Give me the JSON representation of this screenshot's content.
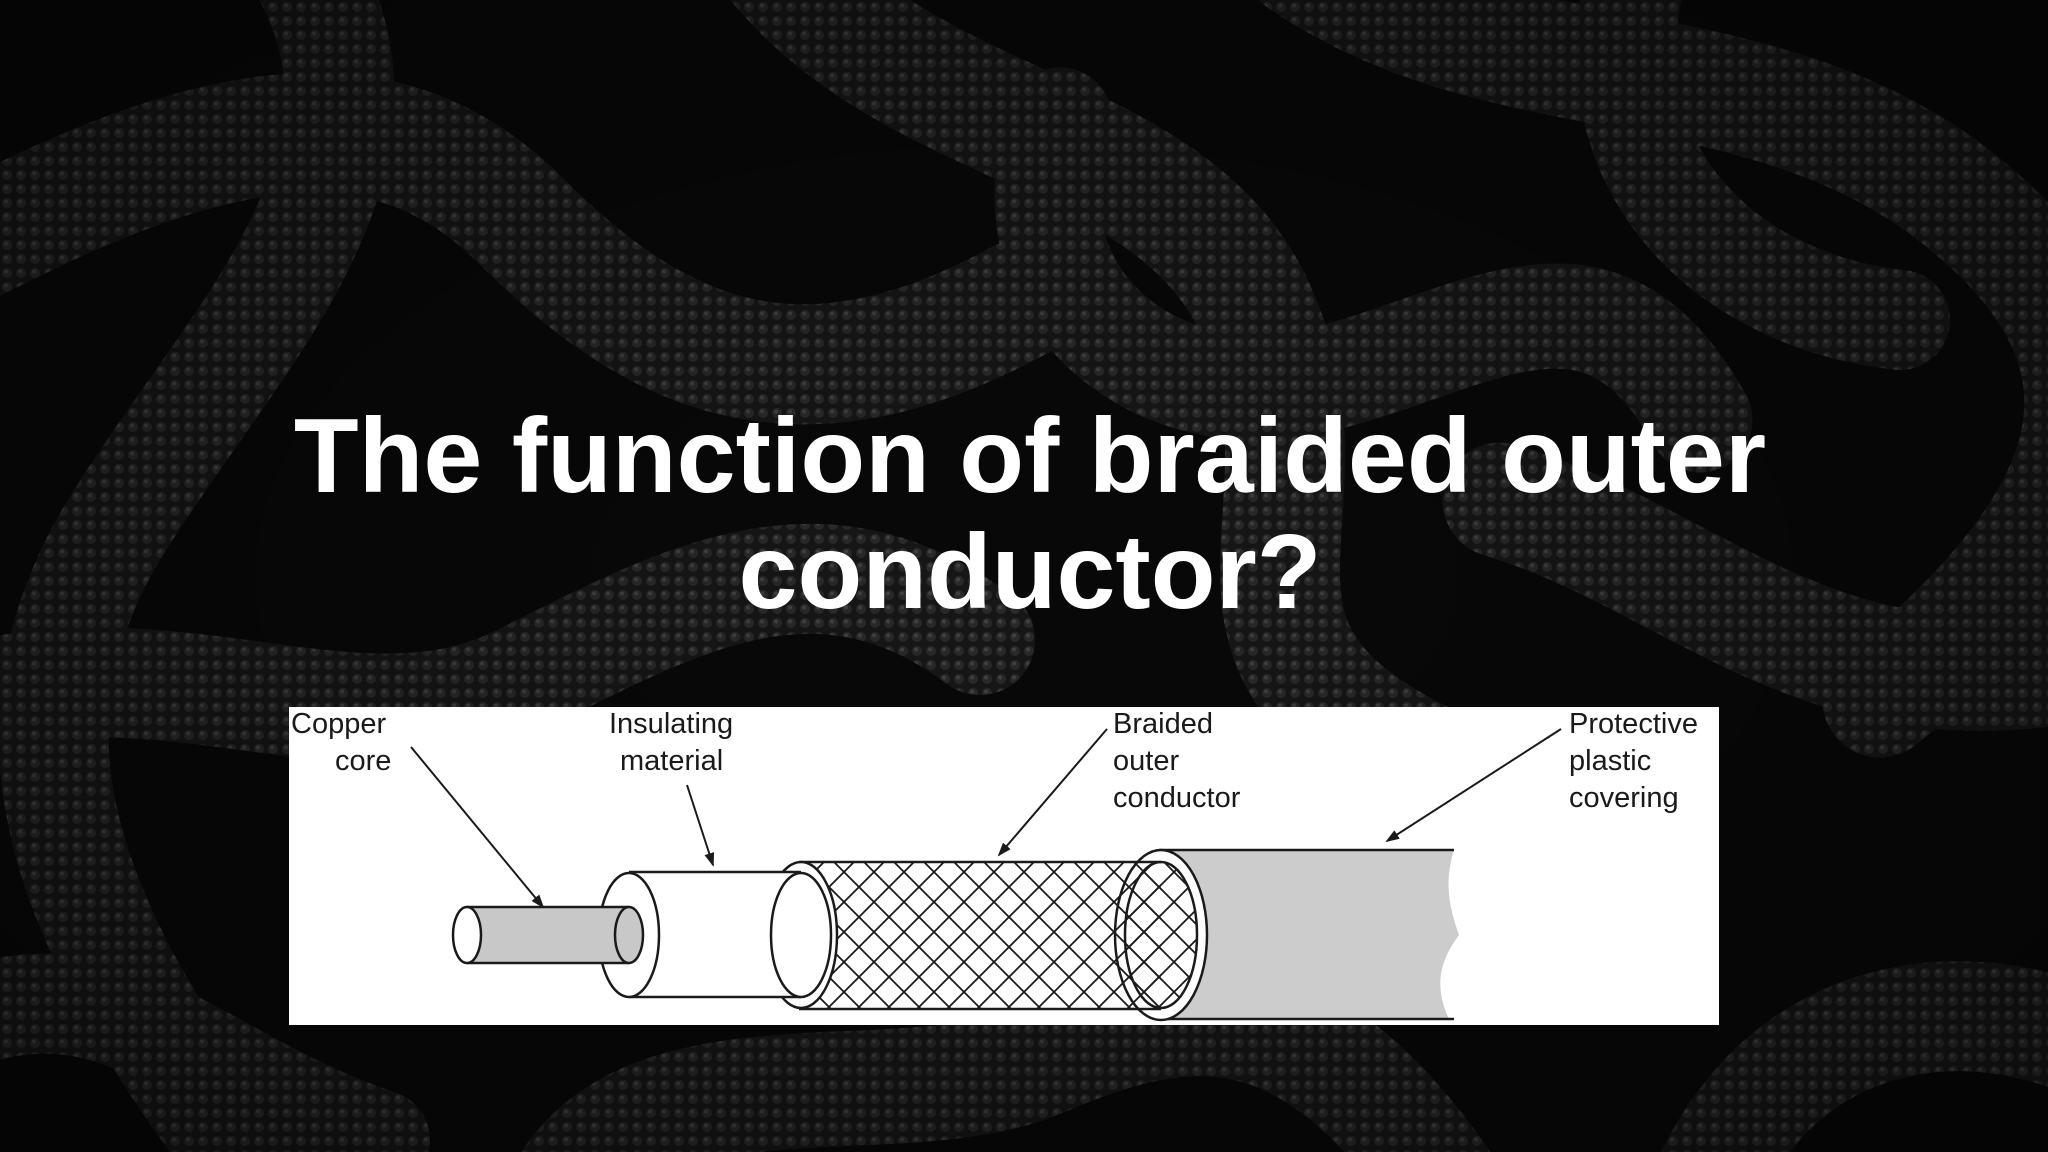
{
  "slide": {
    "title_line1": "The function of braided outer",
    "title_line2": "conductor?"
  },
  "diagram": {
    "labels": {
      "copper_core": [
        "Copper",
        "core"
      ],
      "insulating_material": [
        "Insulating",
        "material"
      ],
      "braided_outer_conductor": [
        "Braided",
        "outer",
        "conductor"
      ],
      "protective_plastic_covering": [
        "Protective",
        "plastic",
        "covering"
      ]
    }
  },
  "colors": {
    "background": "#0b0b0b",
    "title": "#ffffff",
    "panel": "#ffffff",
    "core_fill": "#c8c8c8",
    "cover_fill": "#cccccc",
    "line": "#1a1a1a"
  }
}
